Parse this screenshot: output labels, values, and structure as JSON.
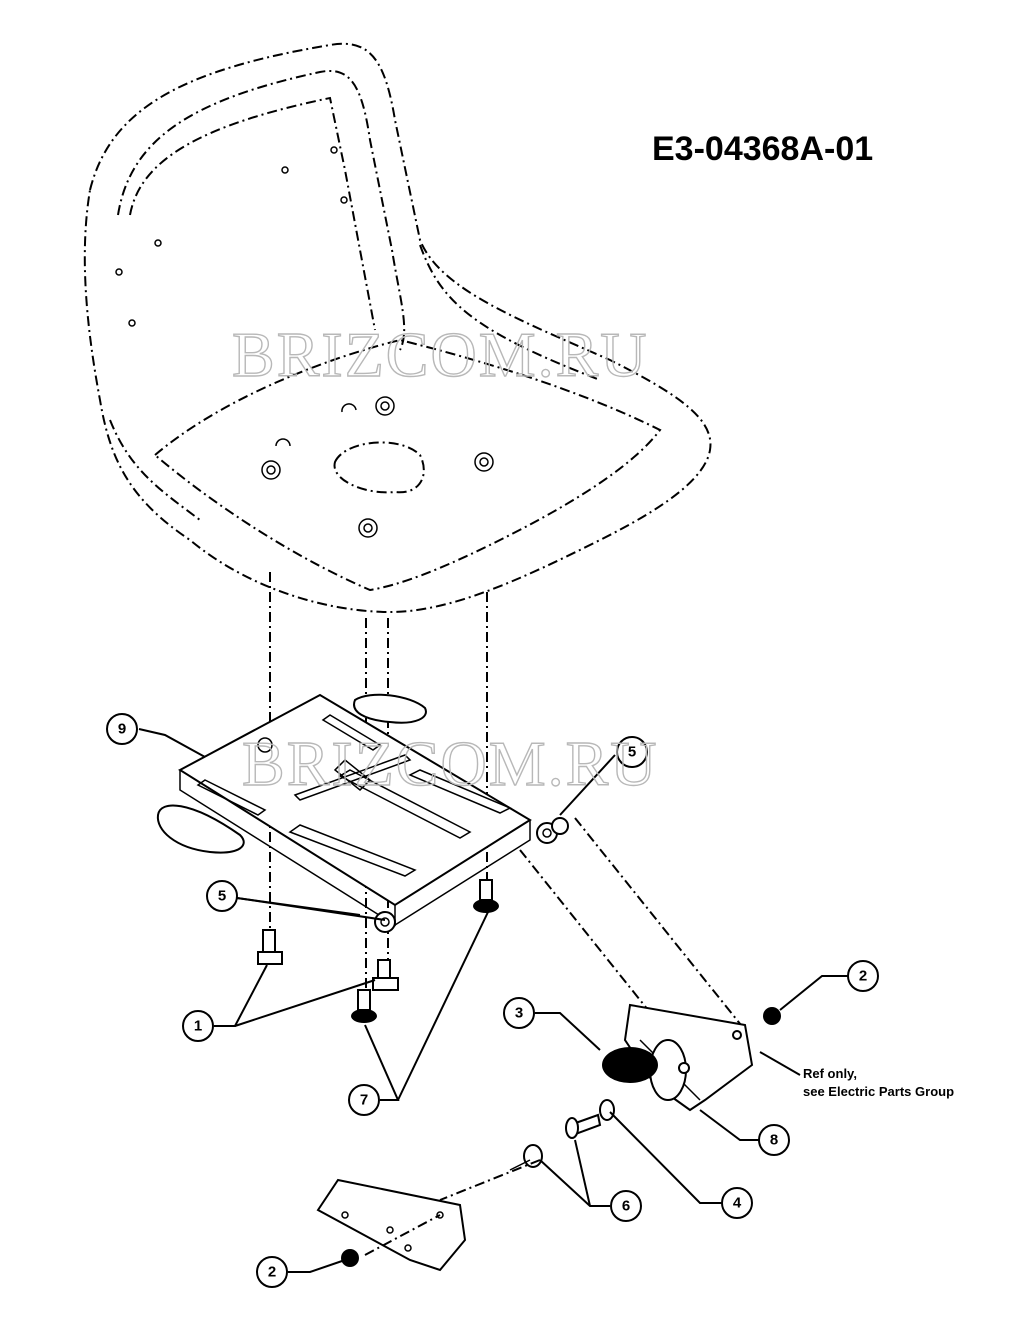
{
  "document_id": "E3-04368A-01",
  "watermark": "BRIZCOM.RU",
  "note_lines": [
    "Ref only,",
    "see Electric Parts Group"
  ],
  "callouts": [
    "1",
    "2",
    "2",
    "3",
    "4",
    "5",
    "5",
    "6",
    "7",
    "8",
    "9"
  ]
}
